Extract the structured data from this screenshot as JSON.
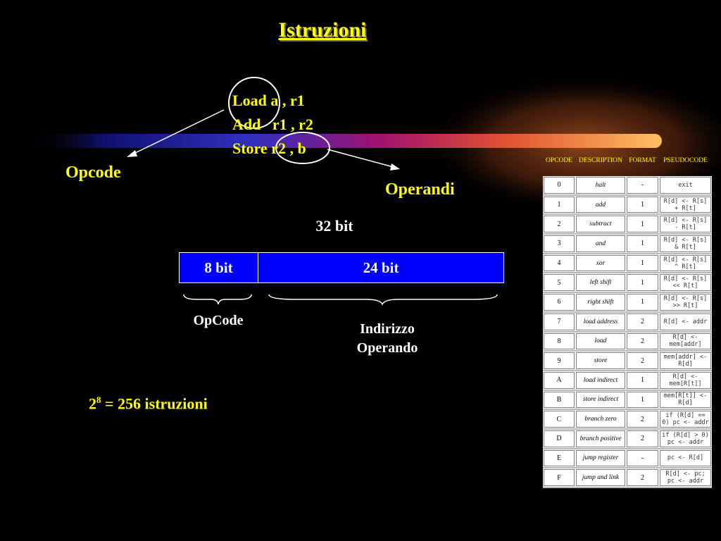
{
  "title": "Istruzioni",
  "code_lines": [
    "Load a , r1",
    "Add   r1 , r2",
    "Store r2 , b"
  ],
  "labels": {
    "opcode": "Opcode",
    "operandi": "Operandi",
    "bits_total": "32 bit",
    "opcode_bits": "8 bit",
    "operand_bits": "24 bit",
    "opcode_field": "OpCode",
    "operand_field_line1": "Indirizzo",
    "operand_field_line2": "Operando"
  },
  "formula": {
    "base": "2",
    "exponent": "8",
    "rest": " = 256 istruzioni"
  },
  "colors": {
    "highlight_text": "#ffff00",
    "bit_box": "#0000ff",
    "background": "#000000"
  },
  "table": {
    "headers": [
      "OPCODE",
      "DESCRIPTION",
      "FORMAT",
      "PSEUDOCODE"
    ],
    "rows": [
      {
        "opcode": "0",
        "description": "halt",
        "format": "-",
        "pseudocode": "exit"
      },
      {
        "opcode": "1",
        "description": "add",
        "format": "1",
        "pseudocode": "R[d] <- R[s] + R[t]"
      },
      {
        "opcode": "2",
        "description": "subtract",
        "format": "1",
        "pseudocode": "R[d] <- R[s] - R[t]"
      },
      {
        "opcode": "3",
        "description": "and",
        "format": "1",
        "pseudocode": "R[d] <- R[s] & R[t]"
      },
      {
        "opcode": "4",
        "description": "xor",
        "format": "1",
        "pseudocode": "R[d] <- R[s] ^ R[t]"
      },
      {
        "opcode": "5",
        "description": "left shift",
        "format": "1",
        "pseudocode": "R[d] <- R[s] << R[t]"
      },
      {
        "opcode": "6",
        "description": "right shift",
        "format": "1",
        "pseudocode": "R[d] <- R[s] >> R[t]"
      },
      {
        "opcode": "7",
        "description": "load address",
        "format": "2",
        "pseudocode": "R[d] <- addr"
      },
      {
        "opcode": "8",
        "description": "load",
        "format": "2",
        "pseudocode": "R[d] <- mem[addr]"
      },
      {
        "opcode": "9",
        "description": "store",
        "format": "2",
        "pseudocode": "mem[addr] <- R[d]"
      },
      {
        "opcode": "A",
        "description": "load indirect",
        "format": "1",
        "pseudocode": "R[d] <- mem[R[t]]"
      },
      {
        "opcode": "B",
        "description": "store indirect",
        "format": "1",
        "pseudocode": "mem[R[t]] <- R[d]"
      },
      {
        "opcode": "C",
        "description": "branch zero",
        "format": "2",
        "pseudocode": "if (R[d] == 0) pc <- addr"
      },
      {
        "opcode": "D",
        "description": "branch positive",
        "format": "2",
        "pseudocode": "if (R[d] > 0) pc <- addr"
      },
      {
        "opcode": "E",
        "description": "jump register",
        "format": "-",
        "pseudocode": "pc <- R[d]"
      },
      {
        "opcode": "F",
        "description": "jump and link",
        "format": "2",
        "pseudocode": "R[d] <- pc; pc <- addr"
      }
    ]
  }
}
